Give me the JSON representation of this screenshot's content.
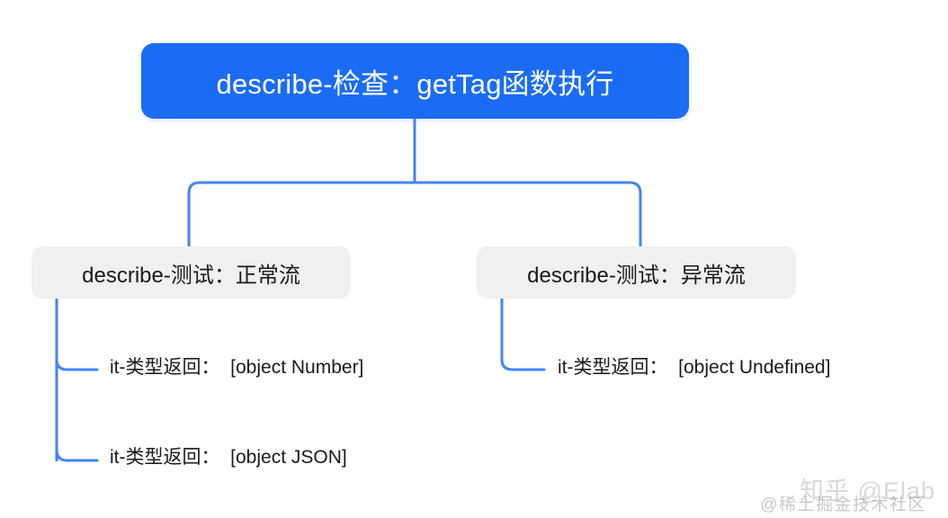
{
  "diagram": {
    "type": "tree-mindmap",
    "background_color": "#ffffff",
    "accent_color": "#1B6CF5",
    "branch_fill_color": "#EEF0F2",
    "root": {
      "id": "root",
      "label": "describe-检查：getTag函数执行",
      "text_color": "#ffffff"
    },
    "branches": [
      {
        "id": "branch-normal",
        "label": "describe-测试：正常流",
        "leaves": [
          {
            "id": "leaf-number",
            "label": "it-类型返回：  [object Number]"
          },
          {
            "id": "leaf-json",
            "label": "it-类型返回：  [object JSON]"
          }
        ]
      },
      {
        "id": "branch-abnormal",
        "label": "describe-测试：异常流",
        "leaves": [
          {
            "id": "leaf-undefined",
            "label": "it-类型返回：  [object Undefined]"
          }
        ]
      }
    ]
  },
  "watermarks": {
    "primary": "知乎 @Elab",
    "secondary": "@稀土掘金技术社区"
  }
}
